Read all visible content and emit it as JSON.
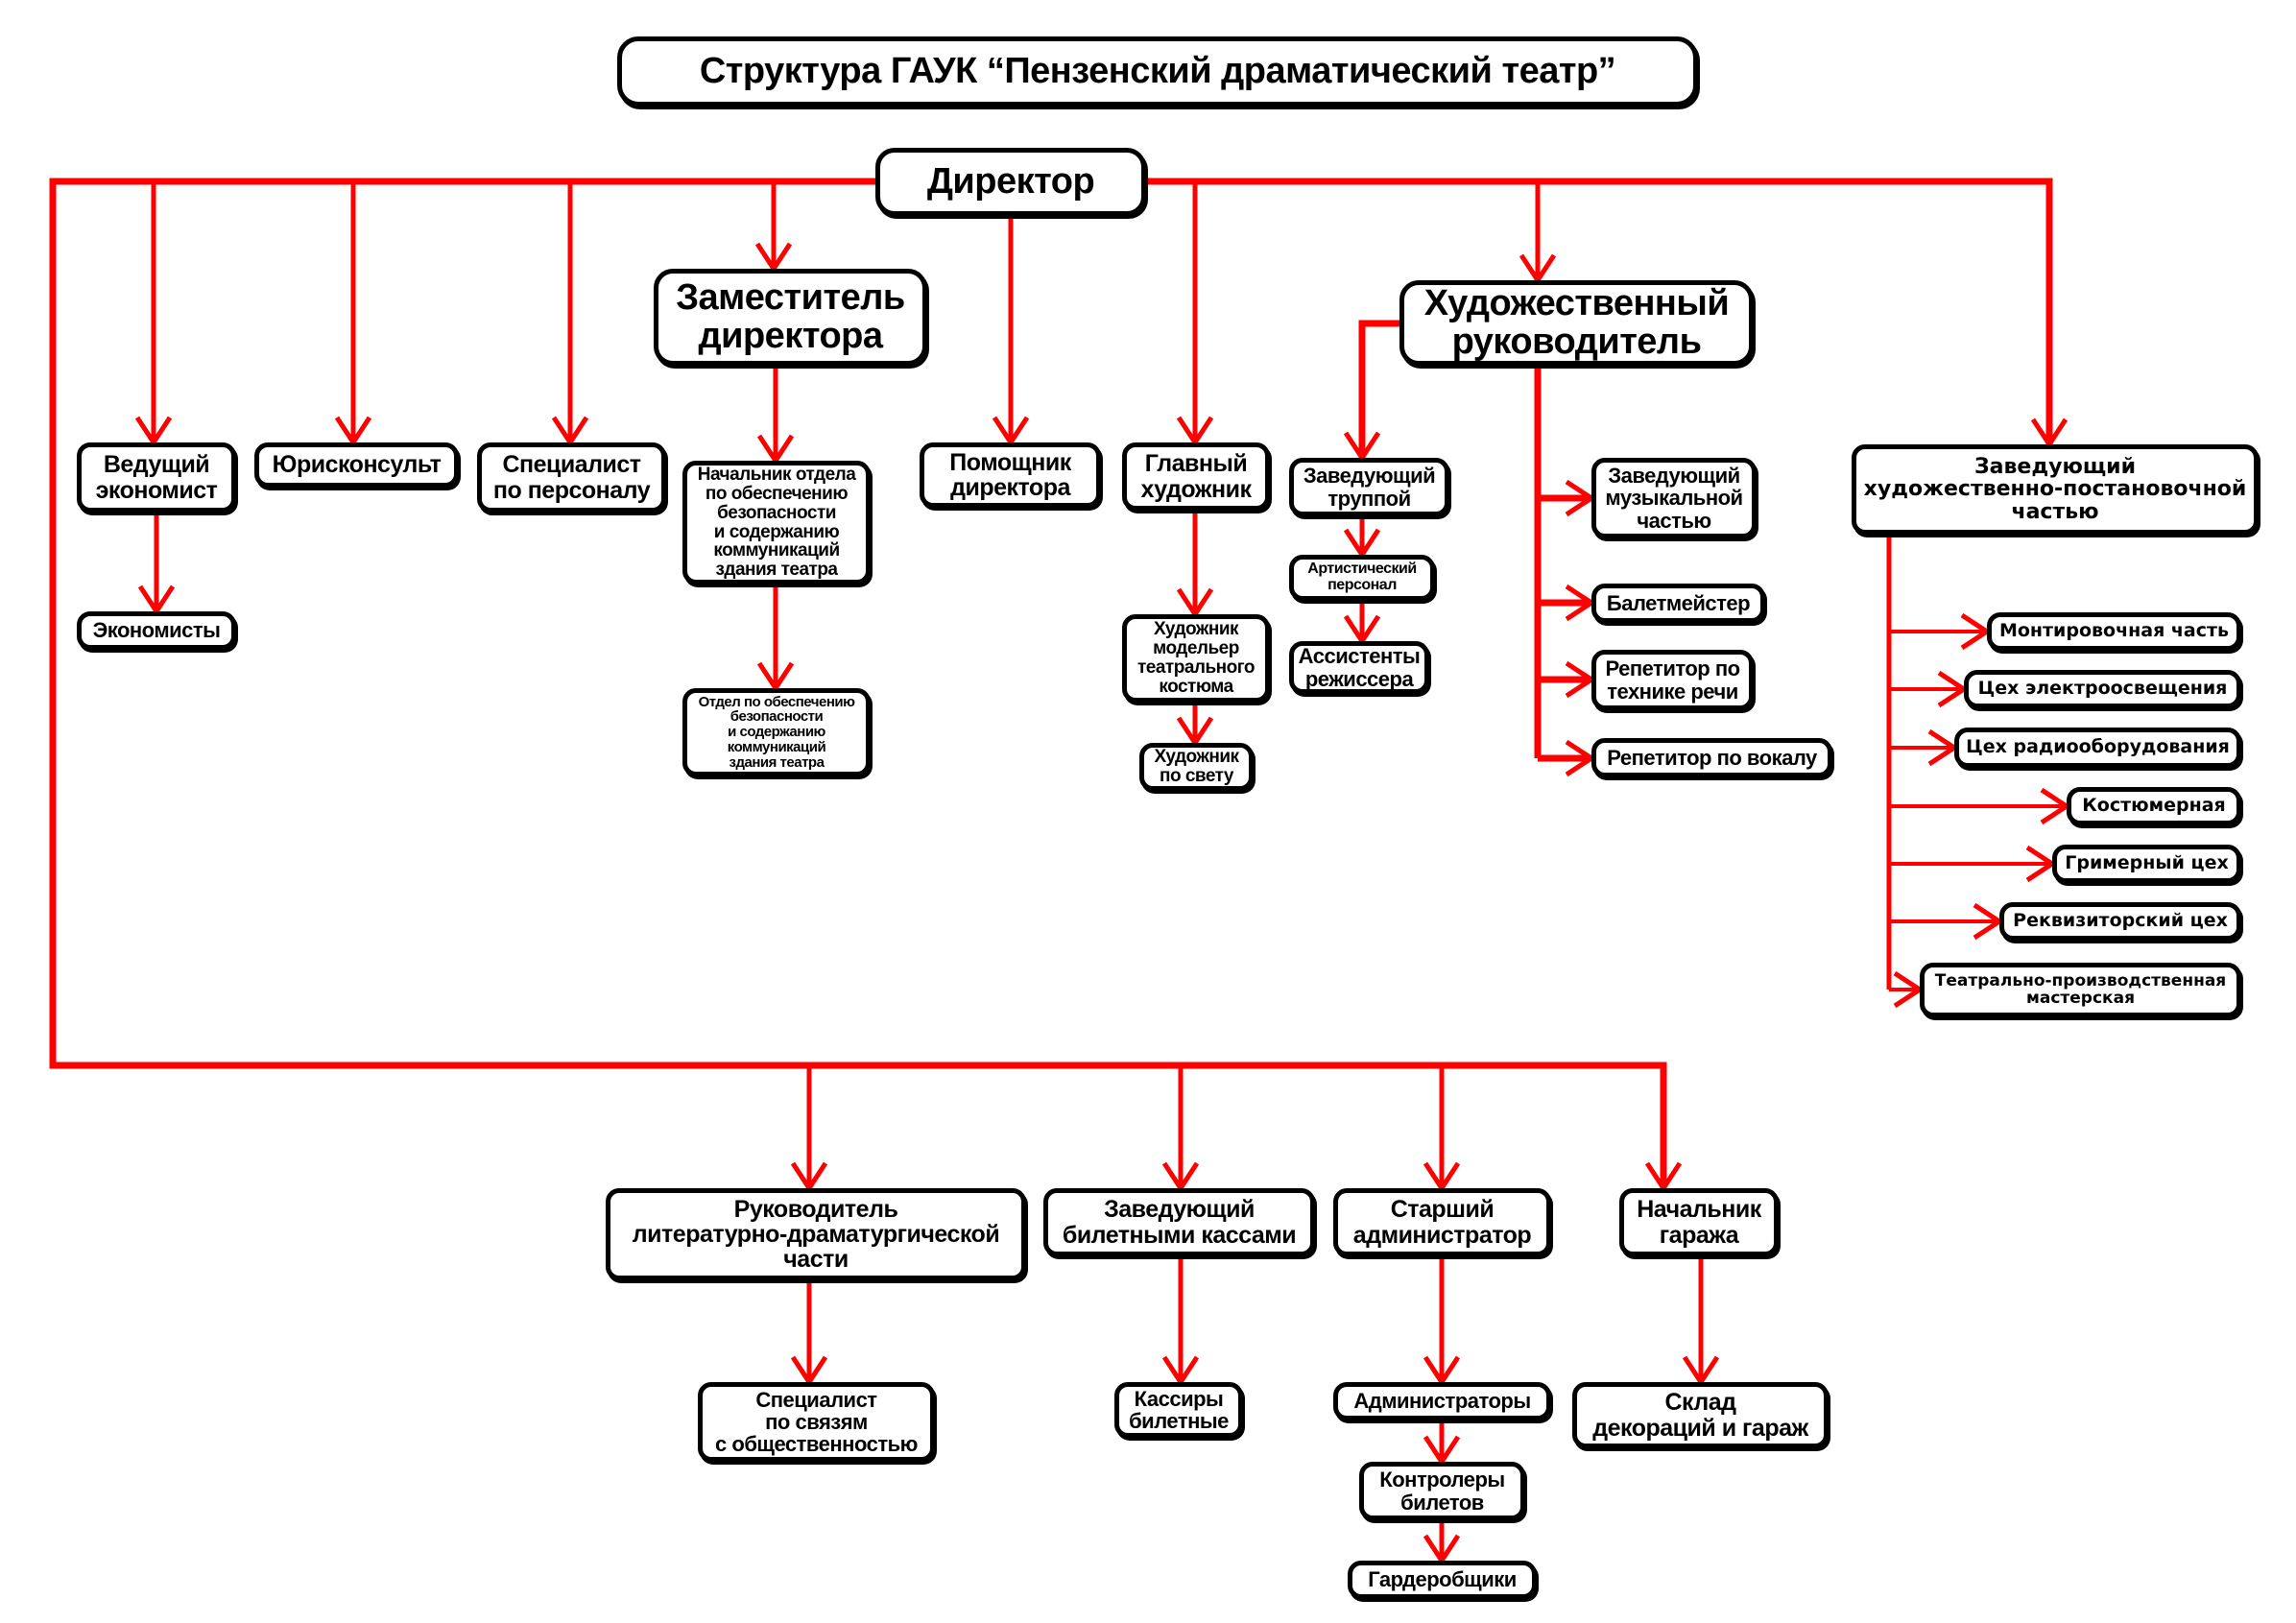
{
  "title": "Структура ГАУК “Пензенский драматический театр”",
  "accent_color": "#ff0000",
  "nodes": {
    "director": "Директор",
    "deputy_director": "Заместитель\nдиректора",
    "artistic_director": "Художественный\nруководитель",
    "lead_economist": "Ведущий\nэкономист",
    "economists": "Экономисты",
    "legal_advisor": "Юрисконсульт",
    "hr_specialist": "Специалист\nпо персоналу",
    "security_head": "Начальник отдела\nпо обеспечению\nбезопасности\nи содержанию\nкоммуникаций\nздания театра",
    "security_dept": "Отдел по обеспечению\nбезопасности\nи содержанию\nкоммуникаций\nздания театра",
    "director_assistant": "Помощник\nдиректора",
    "chief_artist": "Главный\nхудожник",
    "costume_designer": "Художник\nмодельер\nтеатрального\nкостюма",
    "lighting_artist": "Художник\nпо свету",
    "troupe_head": "Заведующий\nтруппой",
    "artistic_staff": "Артистический\nперсонал",
    "assistant_directors": "Ассистенты\nрежиссера",
    "music_head": "Заведующий\nмузыкальной\nчастью",
    "choreographer": "Балетмейстер",
    "speech_coach": "Репетитор по\nтехнике речи",
    "vocal_coach": "Репетитор по вокалу",
    "production_head": "Заведующий\nхудожественно-постановочной\nчастью",
    "assembly": "Монтировочная часть",
    "lighting_shop": "Цех электроосвещения",
    "radio_shop": "Цех радиооборудования",
    "costume_room": "Костюмерная",
    "makeup_shop": "Гримерный цех",
    "props_shop": "Реквизиторский цех",
    "workshop": "Театрально-производственная\nмастерская",
    "literary_head": "Руководитель\nлитературно-драматургической\nчасти",
    "pr_specialist": "Специалист\nпо связям\nс общественностью",
    "box_office_head": "Заведующий\nбилетными кассами",
    "cashiers": "Кассиры\nбилетные",
    "senior_admin": "Старший\nадминистратор",
    "administrators": "Администраторы",
    "ticket_controllers": "Контролеры\nбилетов",
    "cloakroom": "Гардеробщики",
    "garage_head": "Начальник\nгаража",
    "warehouse": "Склад\nдекораций и гараж"
  }
}
